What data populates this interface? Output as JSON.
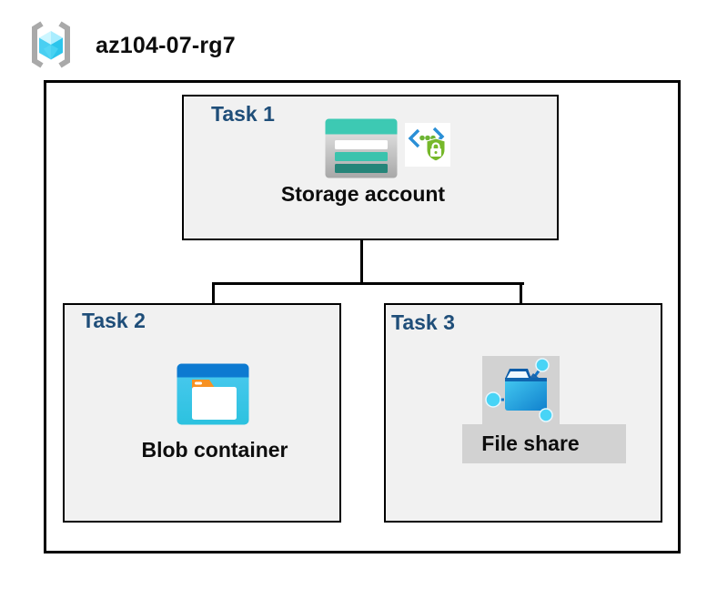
{
  "header": {
    "icon": "resource-group-icon",
    "title": "az104-07-rg7"
  },
  "tasks": [
    {
      "label": "Task 1",
      "resource": "Storage account",
      "icons": [
        "storage-account-icon",
        "secure-access-icon"
      ]
    },
    {
      "label": "Task 2",
      "resource": "Blob container",
      "icons": [
        "blob-container-icon"
      ]
    },
    {
      "label": "Task 3",
      "resource": "File share",
      "icons": [
        "file-share-icon"
      ]
    }
  ],
  "connections": [
    {
      "from": "Storage account",
      "to": "Blob container"
    },
    {
      "from": "Storage account",
      "to": "File share"
    }
  ],
  "colors": {
    "task_label": "#1f4e79",
    "resource_label": "#0d0d0d",
    "box_fill": "#f1f1f1",
    "box_border": "#000000",
    "connector": "#000000",
    "file_share_highlight": "#d2d2d2",
    "storage_teal": "#3dc9b3",
    "storage_teal_dark": "#268579",
    "blob_band_blue": "#0d7ad1",
    "blob_body_cyan": "#3fc5ea",
    "folder_tab_orange": "#f79122",
    "file_share_blue": "#1080cd",
    "node_cyan": "#48d4f6",
    "shield_green": "#76b82a",
    "bracket_gray": "#a9a9a9",
    "cube_cyan": "#50d7f4"
  }
}
